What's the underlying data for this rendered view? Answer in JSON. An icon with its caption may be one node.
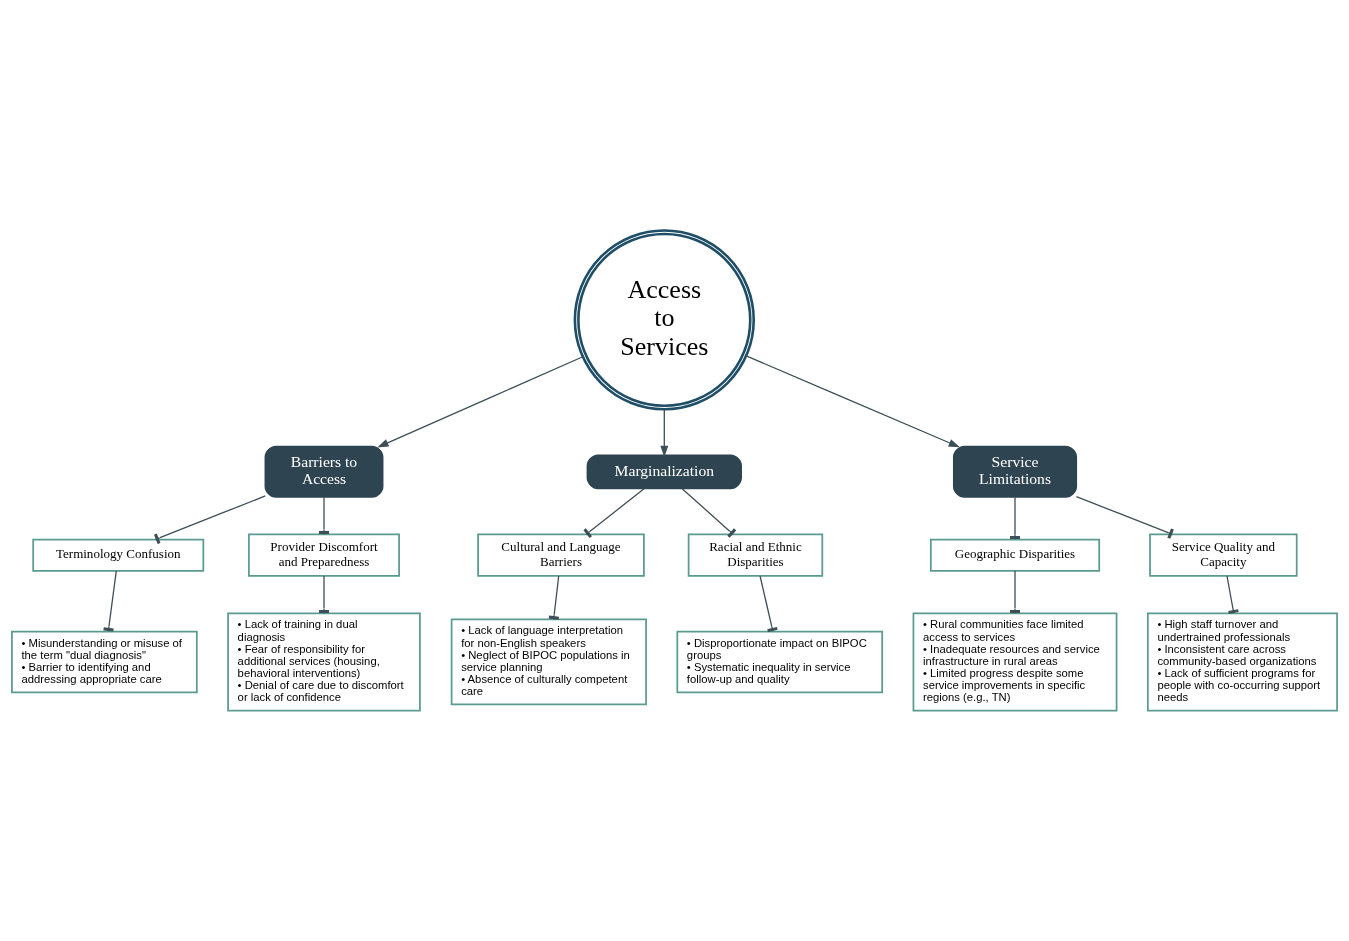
{
  "diagram": {
    "nodes": [
      {
        "text": [
          "Access to Services"
        ]
      },
      {
        "text": [
          "Barriers to Access"
        ]
      },
      {
        "text": [
          "Marginalization"
        ]
      },
      {
        "text": [
          "Service Limitations"
        ]
      },
      {
        "text": [
          "Terminology Confusion"
        ]
      },
      {
        "text": [
          "• Misunderstanding or misuse of the term \"dual diagnosis\"",
          "• Barrier to identifying and addressing appropriate care"
        ]
      },
      {
        "text": [
          "Provider Discomfort and Preparedness"
        ]
      },
      {
        "text": [
          "• Lack of training in dual diagnosis",
          "• Fear of responsibility for additional services (housing, behavioral interventions)",
          "• Denial of care due to discomfort or lack of confidence"
        ]
      },
      {
        "text": [
          "Cultural and Language Barriers"
        ]
      },
      {
        "text": [
          "• Lack of language interpretation for non-English speakers",
          "• Neglect of BIPOC populations in service planning",
          "• Absence of culturally competent care"
        ]
      },
      {
        "text": [
          "Racial and Ethnic Disparities"
        ]
      },
      {
        "text": [
          "• Disproportionate impact on BIPOC groups",
          "• Systematic inequality in service follow-up and quality"
        ]
      },
      {
        "text": [
          "Geographic Disparities"
        ]
      },
      {
        "text": [
          "• Rural communities face limited access to services",
          "• Inadequate resources and service infrastructure in rural areas",
          "• Limited progress despite some service improvements in specific regions (e.g., TN)"
        ]
      },
      {
        "text": [
          "Service Quality and Capacity"
        ]
      },
      {
        "text": [
          "• High staff turnover and undertrained professionals",
          "• Inconsistent care across community-based organizations",
          "• Lack of sufficient programs for people with co-occurring support needs"
        ]
      }
    ],
    "edges": [
      {
        "from": 0,
        "to": 1,
        "arrow": "to"
      },
      {
        "from": 0,
        "to": 2,
        "arrow": "to"
      },
      {
        "from": 0,
        "to": 3,
        "arrow": "to"
      },
      {
        "from": 1,
        "to": 4,
        "arrow": "other"
      },
      {
        "from": 4,
        "to": 5,
        "arrow": "other"
      },
      {
        "from": 1,
        "to": 6,
        "arrow": "other"
      },
      {
        "from": 6,
        "to": 7,
        "arrow": "other"
      },
      {
        "from": 2,
        "to": 8,
        "arrow": "other"
      },
      {
        "from": 8,
        "to": 9,
        "arrow": "other"
      },
      {
        "from": 2,
        "to": 10,
        "arrow": "other"
      },
      {
        "from": 10,
        "to": 11,
        "arrow": "other"
      },
      {
        "from": 3,
        "to": 12,
        "arrow": "other"
      },
      {
        "from": 12,
        "to": 13,
        "arrow": "other"
      },
      {
        "from": 3,
        "to": 14,
        "arrow": "other"
      },
      {
        "from": 14,
        "to": 15,
        "arrow": "other"
      }
    ]
  }
}
